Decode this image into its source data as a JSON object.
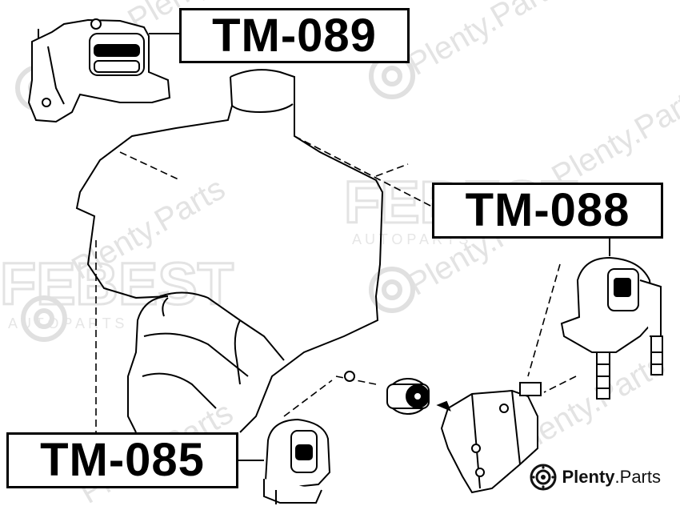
{
  "labels": {
    "tm089": "TM-089",
    "tm088": "TM-088",
    "tm085": "TM-085"
  },
  "watermark": {
    "febest": "FEBEST",
    "auto_parts": "A U T O   P A R T S",
    "plenty": "Plenty.Parts"
  },
  "brand": {
    "name": "Plenty",
    "dot": ".",
    "suffix": "Parts"
  },
  "colors": {
    "line": "#000000",
    "label_border": "#000000",
    "watermark": "#cccccc"
  }
}
